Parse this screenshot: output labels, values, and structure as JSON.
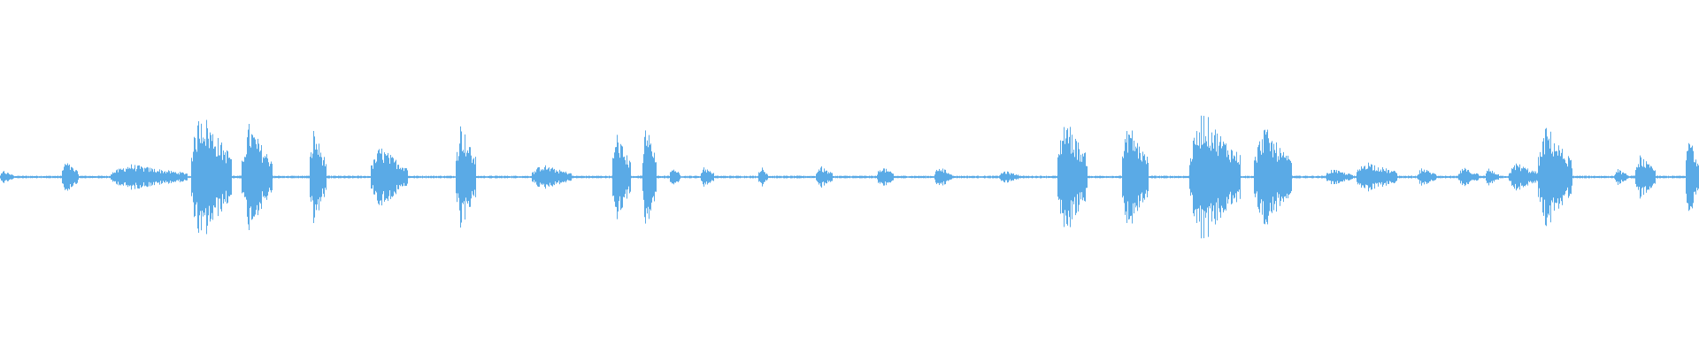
{
  "waveform": {
    "color": "#5aaae6",
    "background": "#ffffff",
    "segments": [
      {
        "start": 0.0,
        "end": 0.008,
        "amp": 0.04
      },
      {
        "start": 0.036,
        "end": 0.046,
        "amp": 0.1
      },
      {
        "start": 0.065,
        "end": 0.11,
        "amp": 0.08
      },
      {
        "start": 0.112,
        "end": 0.136,
        "amp": 0.42
      },
      {
        "start": 0.142,
        "end": 0.16,
        "amp": 0.33
      },
      {
        "start": 0.182,
        "end": 0.192,
        "amp": 0.3
      },
      {
        "start": 0.218,
        "end": 0.24,
        "amp": 0.19
      },
      {
        "start": 0.268,
        "end": 0.28,
        "amp": 0.34
      },
      {
        "start": 0.313,
        "end": 0.336,
        "amp": 0.08
      },
      {
        "start": 0.36,
        "end": 0.371,
        "amp": 0.28
      },
      {
        "start": 0.378,
        "end": 0.386,
        "amp": 0.35
      },
      {
        "start": 0.394,
        "end": 0.4,
        "amp": 0.07
      },
      {
        "start": 0.412,
        "end": 0.42,
        "amp": 0.07
      },
      {
        "start": 0.446,
        "end": 0.452,
        "amp": 0.07
      },
      {
        "start": 0.48,
        "end": 0.49,
        "amp": 0.07
      },
      {
        "start": 0.516,
        "end": 0.526,
        "amp": 0.07
      },
      {
        "start": 0.55,
        "end": 0.56,
        "amp": 0.07
      },
      {
        "start": 0.588,
        "end": 0.6,
        "amp": 0.04
      },
      {
        "start": 0.622,
        "end": 0.64,
        "amp": 0.38
      },
      {
        "start": 0.66,
        "end": 0.676,
        "amp": 0.34
      },
      {
        "start": 0.7,
        "end": 0.73,
        "amp": 0.41
      },
      {
        "start": 0.738,
        "end": 0.76,
        "amp": 0.32
      },
      {
        "start": 0.78,
        "end": 0.796,
        "amp": 0.05
      },
      {
        "start": 0.798,
        "end": 0.822,
        "amp": 0.1
      },
      {
        "start": 0.834,
        "end": 0.845,
        "amp": 0.06
      },
      {
        "start": 0.858,
        "end": 0.87,
        "amp": 0.06
      },
      {
        "start": 0.874,
        "end": 0.882,
        "amp": 0.06
      },
      {
        "start": 0.888,
        "end": 0.905,
        "amp": 0.09
      },
      {
        "start": 0.905,
        "end": 0.925,
        "amp": 0.32
      },
      {
        "start": 0.95,
        "end": 0.958,
        "amp": 0.05
      },
      {
        "start": 0.962,
        "end": 0.974,
        "amp": 0.14
      },
      {
        "start": 0.992,
        "end": 1.0,
        "amp": 0.28
      }
    ]
  }
}
